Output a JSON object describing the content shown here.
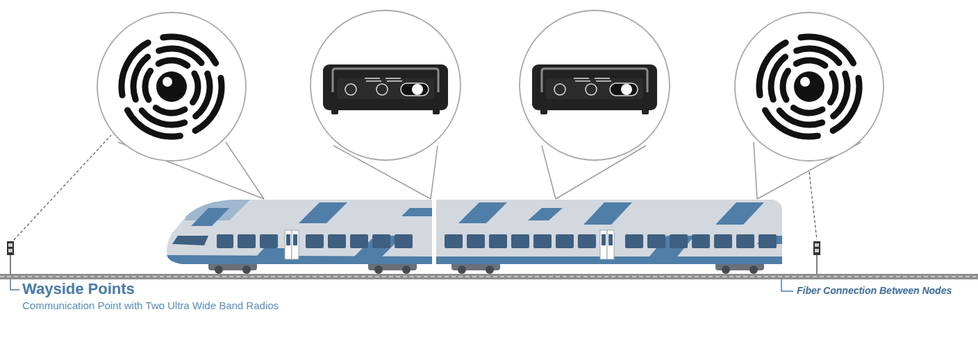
{
  "diagram": {
    "labels": [
      "Wayside Points",
      "Communication Point with Two Ultra Wide Band Radios",
      "Fiber Connection Between Nodes"
    ]
  }
}
